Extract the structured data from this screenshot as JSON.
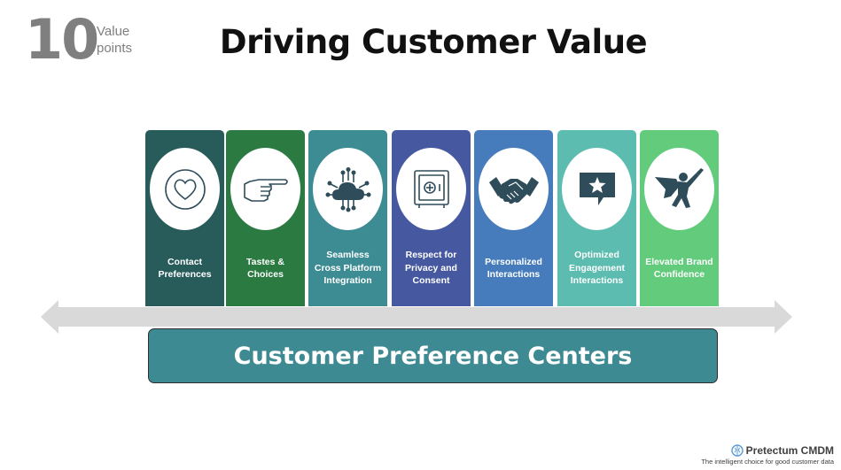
{
  "badge": {
    "number": "10",
    "line1": "Value",
    "line2": "points"
  },
  "title": "Driving Customer Value",
  "cards": [
    {
      "label": "Contact Preferences",
      "icon": "heart-icon",
      "color": "#275c5a"
    },
    {
      "label": "Tastes & Choices",
      "icon": "pointing-hand-icon",
      "color": "#2a7a42"
    },
    {
      "label": "Seamless Cross Platform Integration",
      "icon": "cloud-network-icon",
      "color": "#3d8c94"
    },
    {
      "label": "Respect for Privacy and Consent",
      "icon": "safe-icon",
      "color": "#4658a0"
    },
    {
      "label": "Personalized Interactions",
      "icon": "handshake-icon",
      "color": "#467cbc"
    },
    {
      "label": "Optimized Engagement Interactions",
      "icon": "star-chat-icon",
      "color": "#5bbcaf"
    },
    {
      "label": "Elevated Brand Confidence",
      "icon": "superhero-icon",
      "color": "#62cc7c"
    }
  ],
  "banner": "Customer Preference Centers",
  "brand": {
    "name": "Pretectum CMDM",
    "tagline": "The intelligent choice for good customer data",
    "color": "#5b9bd5"
  }
}
